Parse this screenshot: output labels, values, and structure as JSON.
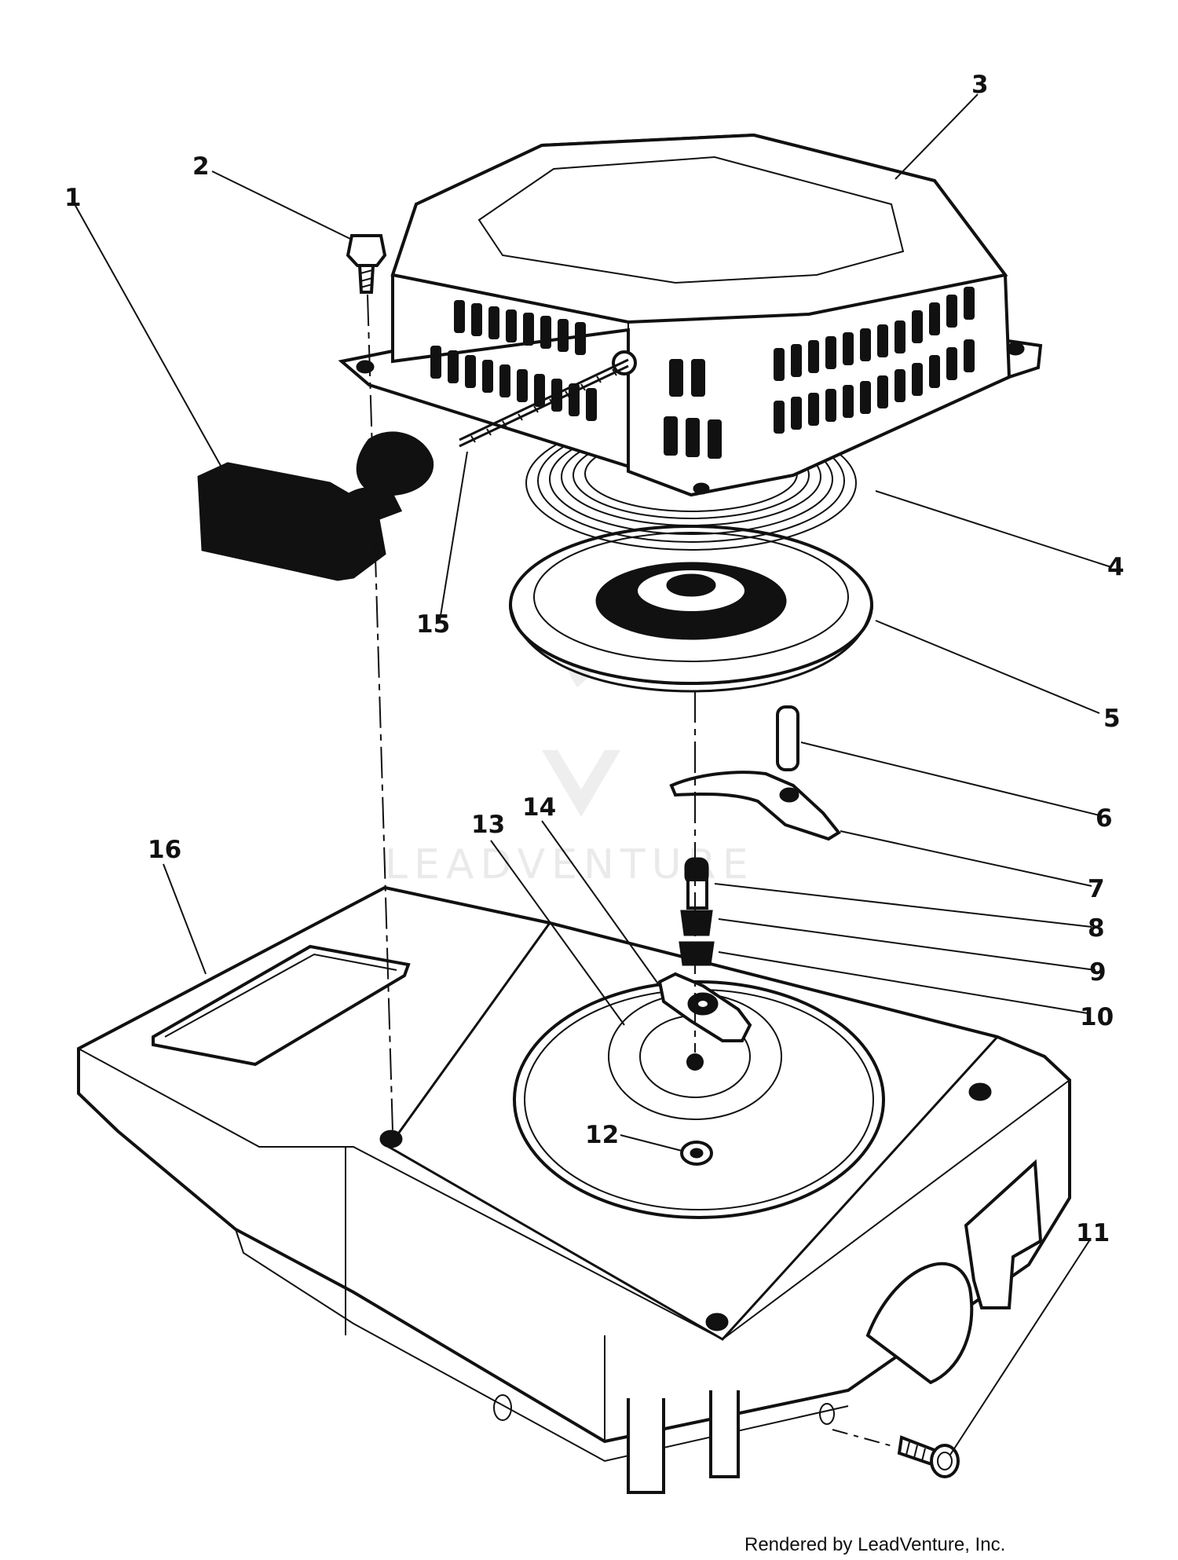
{
  "callouts": [
    {
      "id": "1",
      "label": "1"
    },
    {
      "id": "2",
      "label": "2"
    },
    {
      "id": "3",
      "label": "3"
    },
    {
      "id": "4",
      "label": "4"
    },
    {
      "id": "5",
      "label": "5"
    },
    {
      "id": "6",
      "label": "6"
    },
    {
      "id": "7",
      "label": "7"
    },
    {
      "id": "8",
      "label": "8"
    },
    {
      "id": "9",
      "label": "9"
    },
    {
      "id": "10",
      "label": "10"
    },
    {
      "id": "11",
      "label": "11"
    },
    {
      "id": "12",
      "label": "12"
    },
    {
      "id": "13",
      "label": "13"
    },
    {
      "id": "14",
      "label": "14"
    },
    {
      "id": "15",
      "label": "15"
    },
    {
      "id": "16",
      "label": "16"
    }
  ],
  "watermark": {
    "text": "LEADVENTURE"
  },
  "credit": {
    "text": "Rendered by LeadVenture, Inc."
  }
}
